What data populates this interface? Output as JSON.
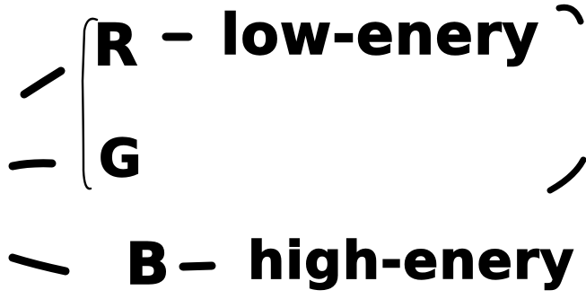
{
  "notes": {
    "line1": {
      "letter": "R",
      "text": "low-enery"
    },
    "line2": {
      "letter": "G"
    },
    "line3": {
      "letter": "B",
      "text": "high-enery"
    }
  },
  "colors": {
    "ink": "#000000",
    "background": "#ffffff"
  }
}
